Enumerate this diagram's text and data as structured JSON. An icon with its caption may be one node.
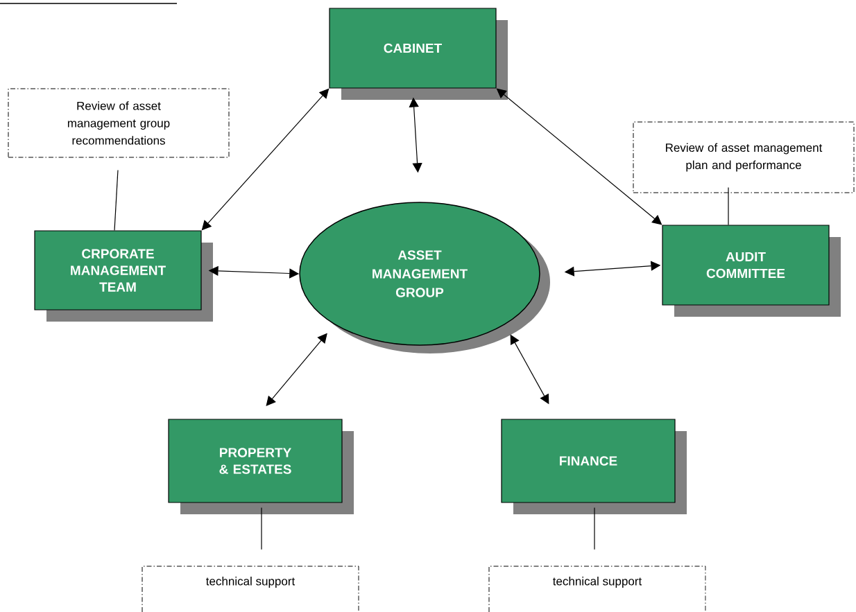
{
  "diagram": {
    "nodes": [
      {
        "text": [
          "CABINET"
        ]
      },
      {
        "text": [
          "Review of asset management group recommendations"
        ]
      },
      {
        "text": [
          "Review of asset management plan and performance"
        ]
      },
      {
        "text": [
          "CRPORATE MANAGEMENT TEAM"
        ]
      },
      {
        "text": [
          "ASSET MANAGEMENT GROUP"
        ]
      },
      {
        "text": [
          "AUDIT COMMITTEE"
        ]
      },
      {
        "text": [
          "PROPERTY & ESTATES"
        ]
      },
      {
        "text": [
          "FINANCE"
        ]
      },
      {
        "text": [
          "technical support"
        ]
      },
      {
        "text": [
          "technical support"
        ]
      }
    ],
    "edges": [
      {
        "from": 0,
        "to": 4,
        "arrow": "both"
      },
      {
        "from": 3,
        "to": 0,
        "arrow": "both"
      },
      {
        "from": 0,
        "to": 5,
        "arrow": "both"
      },
      {
        "from": 3,
        "to": 4,
        "arrow": "both"
      },
      {
        "from": 4,
        "to": 5,
        "arrow": "both"
      },
      {
        "from": 4,
        "to": 6,
        "arrow": "both"
      },
      {
        "from": 4,
        "to": 7,
        "arrow": "both"
      },
      {
        "from": 1,
        "to": 3,
        "arrow": "none"
      },
      {
        "from": 2,
        "to": 5,
        "arrow": "none"
      },
      {
        "from": 6,
        "to": 8,
        "arrow": "none"
      },
      {
        "from": 7,
        "to": 9,
        "arrow": "none"
      }
    ]
  }
}
